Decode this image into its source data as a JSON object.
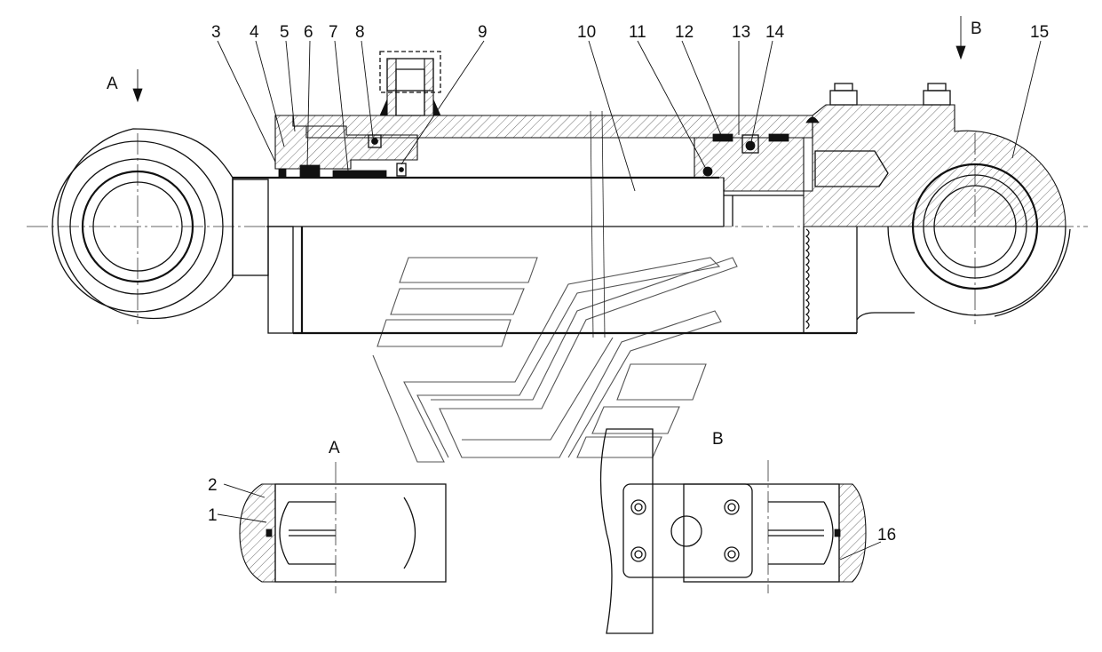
{
  "callouts": [
    "1",
    "2",
    "3",
    "4",
    "5",
    "6",
    "7",
    "8",
    "9",
    "10",
    "11",
    "12",
    "13",
    "14",
    "15",
    "16"
  ],
  "view_markers": {
    "a_top": "A",
    "b_top": "B",
    "a_detail": "A",
    "b_detail": "B"
  },
  "icons": {
    "view_arrow": "down-arrow-icon",
    "watermark": "stylized-logo-watermark"
  }
}
